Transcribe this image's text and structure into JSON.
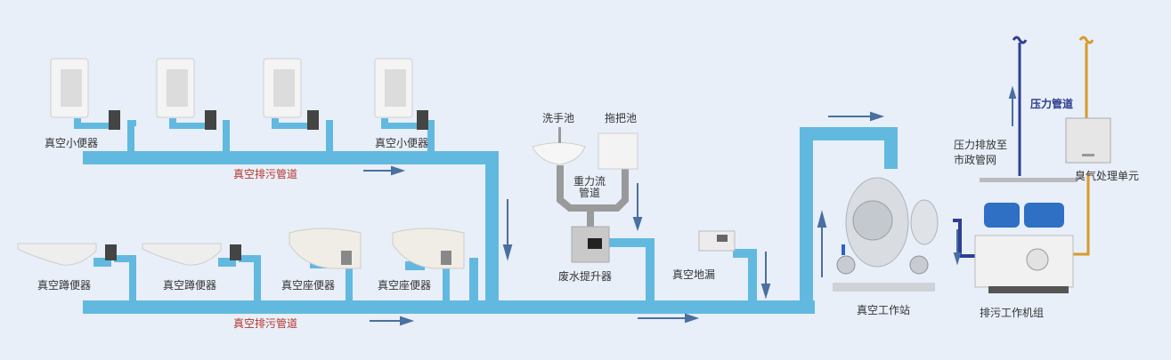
{
  "colors": {
    "background": "#e8eff9",
    "vacuum_pipe": "#62b9e0",
    "gravity_pipe": "#9b9b9b",
    "pressure_pipe": "#2e3f93",
    "odor_pipe": "#d79a2a",
    "flow_arrow": "#4a6fa0",
    "pipe_label": "#b5362a"
  },
  "fixtures": {
    "urinals": [
      {
        "label": "真空小便器"
      },
      {
        "label": ""
      },
      {
        "label": ""
      },
      {
        "label": "真空小便器"
      }
    ],
    "bottom_row": [
      {
        "label": "真空蹲便器"
      },
      {
        "label": "真空蹲便器"
      },
      {
        "label": "真空座便器"
      },
      {
        "label": "真空座便器"
      }
    ]
  },
  "pipes": {
    "top_vacuum_label": "真空排污管道",
    "bottom_vacuum_label": "真空排污管道",
    "gravity_label_line1": "重力流",
    "gravity_label_line2": "管道",
    "pressure_label": "压力管道"
  },
  "middle": {
    "hand_basin": "洗手池",
    "mop_sink": "拖把池",
    "waste_lifter": "废水提升器",
    "floor_drain": "真空地漏"
  },
  "right": {
    "vacuum_station": "真空工作站",
    "discharge_unit": "排污工作机组",
    "discharge_to_line1": "压力排放至",
    "discharge_to_line2": "市政管网",
    "odor_unit": "臭气处理单元"
  }
}
